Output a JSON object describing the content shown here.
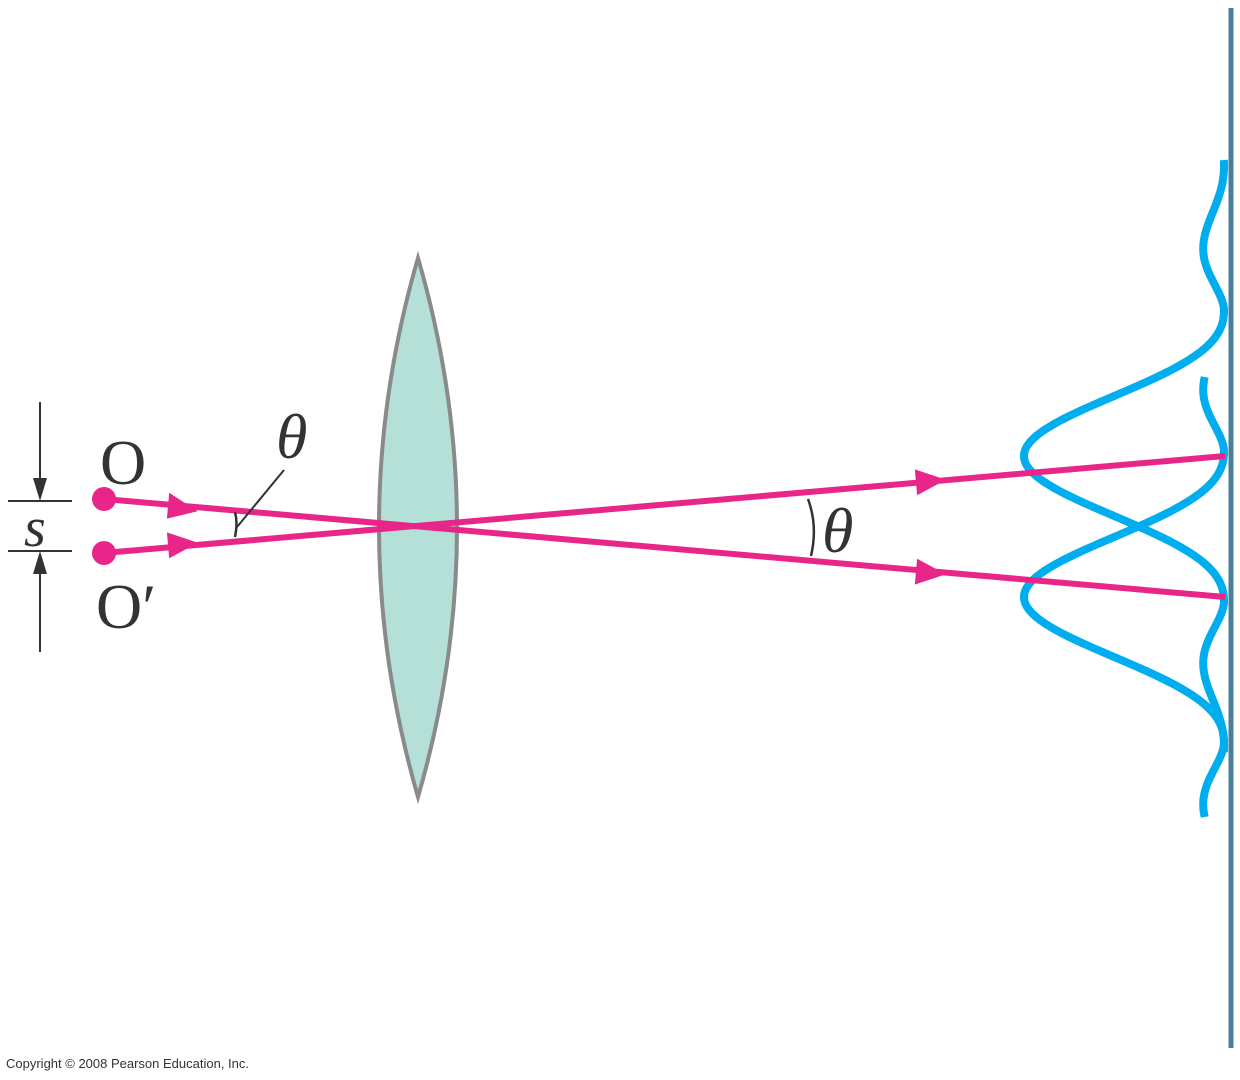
{
  "labels": {
    "source_top": "O",
    "source_bottom": "O′",
    "separation": "s",
    "angle_left": "θ",
    "angle_right": "θ"
  },
  "copyright": "Copyright © 2008 Pearson Education, Inc.",
  "colors": {
    "ray": "#e8268a",
    "lens_fill": "#b5e0d7",
    "lens_stroke": "#8a8a8a",
    "pattern": "#00aeef",
    "screen": "#4a7f9a",
    "annotation": "#333333"
  }
}
